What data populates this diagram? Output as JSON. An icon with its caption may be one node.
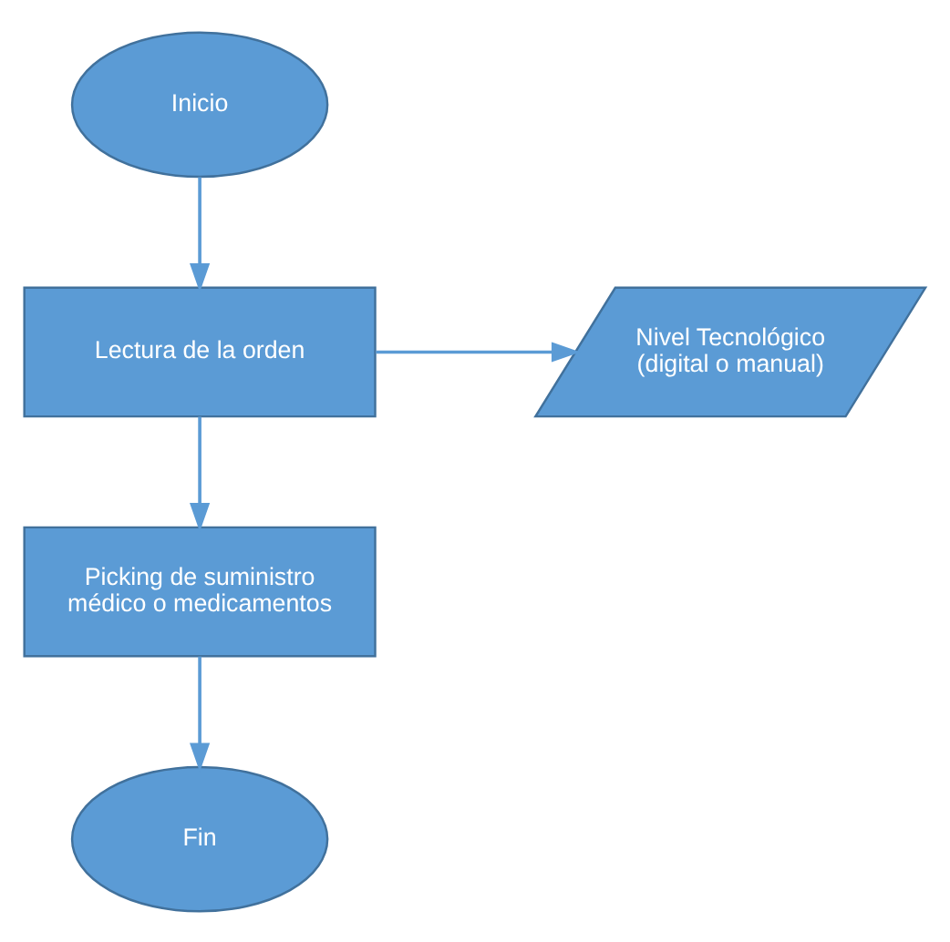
{
  "diagram": {
    "nodes": [
      {
        "text": [
          "Inicio"
        ]
      },
      {
        "text": [
          "Lectura de la orden"
        ]
      },
      {
        "text": [
          "Nivel Tecnológico (digital o manual)"
        ]
      },
      {
        "text": [
          "Picking de suministro médico o medicamentos"
        ]
      },
      {
        "text": [
          "Fin"
        ]
      }
    ],
    "edges": [
      {
        "from": 0,
        "to": 1,
        "arrow": "to"
      },
      {
        "from": 1,
        "to": 2,
        "arrow": "to"
      },
      {
        "from": 1,
        "to": 3,
        "arrow": "to"
      },
      {
        "from": 3,
        "to": 4,
        "arrow": "to"
      }
    ]
  }
}
